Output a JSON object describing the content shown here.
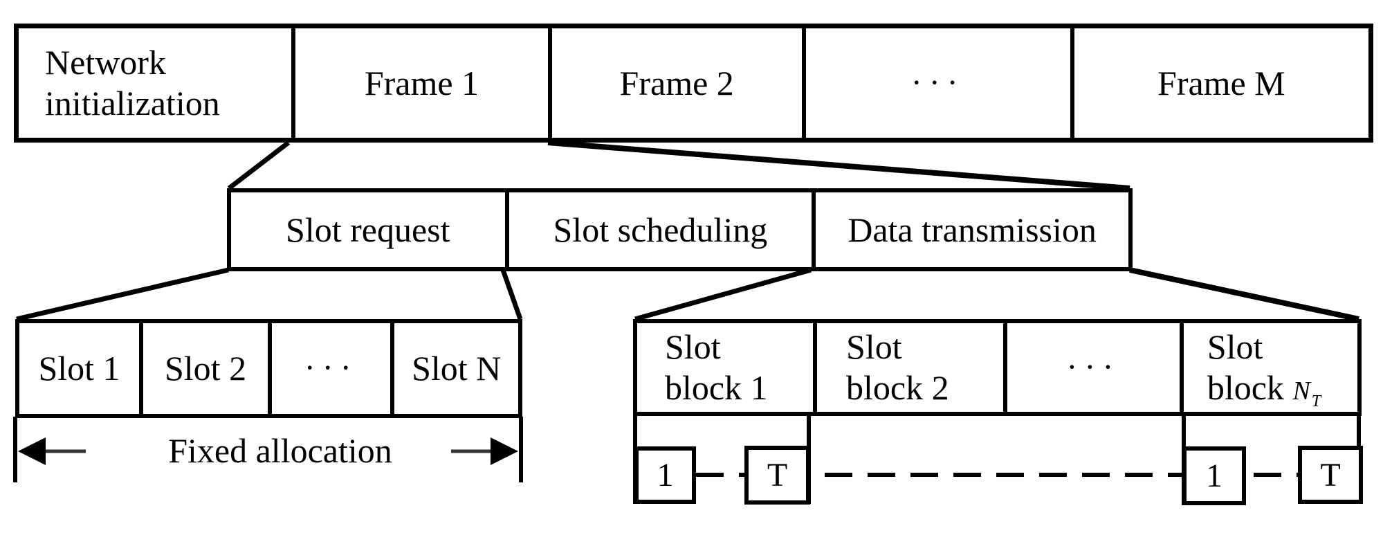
{
  "colors": {
    "line": "#000000",
    "background": "#ffffff"
  },
  "frame_row": {
    "cells": [
      {
        "label": "Network initialization"
      },
      {
        "label": "Frame 1"
      },
      {
        "label": "Frame 2"
      },
      {
        "label": "···"
      },
      {
        "label": "Frame M"
      }
    ]
  },
  "phase_row": {
    "cells": [
      {
        "label": "Slot request"
      },
      {
        "label": "Slot scheduling"
      },
      {
        "label": "Data transmission"
      }
    ]
  },
  "slot_row": {
    "cells": [
      {
        "label": "Slot 1"
      },
      {
        "label": "Slot 2"
      },
      {
        "label": "···"
      },
      {
        "label": "Slot N"
      }
    ],
    "dimension_label": "Fixed allocation"
  },
  "slot_block_row": {
    "cells": [
      {
        "line1": "Slot",
        "line2": "block 1"
      },
      {
        "line1": "Slot",
        "line2": "block 2"
      },
      {
        "dots": "···"
      },
      {
        "line1": "Slot",
        "line2_prefix": "block ",
        "var": "N",
        "subscript": "T"
      }
    ]
  },
  "slot_block_detail": {
    "boxes": [
      {
        "label": "1"
      },
      {
        "label": "T"
      },
      {
        "label": "1"
      },
      {
        "label": "T"
      }
    ]
  }
}
